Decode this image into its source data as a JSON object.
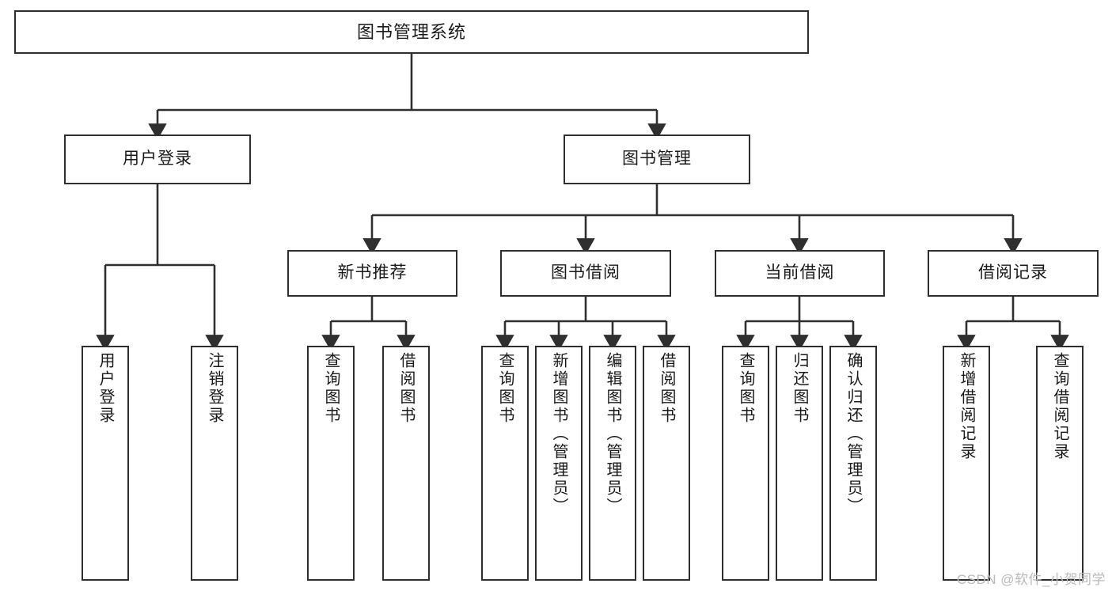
{
  "diagram": {
    "type": "tree-hierarchy",
    "title": "图书管理系统",
    "watermark": "CSDN @软件_小贺同学",
    "line_color": "#2f2f2f",
    "box_fill": "#ffffff",
    "watermark_color": "#b9b9b9"
  },
  "nodes": {
    "root": {
      "label": "图书管理系统",
      "level": 1
    },
    "level2": [
      {
        "id": "user-login",
        "label": "用户登录"
      },
      {
        "id": "book-manage",
        "label": "图书管理"
      }
    ],
    "level3": [
      {
        "id": "new-book-recommend",
        "label": "新书推荐",
        "parent": "book-manage"
      },
      {
        "id": "book-borrow",
        "label": "图书借阅",
        "parent": "book-manage"
      },
      {
        "id": "current-borrow",
        "label": "当前借阅",
        "parent": "book-manage"
      },
      {
        "id": "borrow-record",
        "label": "借阅记录",
        "parent": "book-manage"
      }
    ],
    "leaves": [
      {
        "id": "leaf-user-login",
        "label": "用户登录",
        "parent": "user-login"
      },
      {
        "id": "leaf-user-logout",
        "label": "注销登录",
        "parent": "user-login"
      },
      {
        "id": "leaf-query-book-1",
        "label": "查询图书",
        "parent": "new-book-recommend"
      },
      {
        "id": "leaf-borrow-book-1",
        "label": "借阅图书",
        "parent": "new-book-recommend"
      },
      {
        "id": "leaf-query-book-2",
        "label": "查询图书",
        "parent": "book-borrow"
      },
      {
        "id": "leaf-add-book",
        "label": "新增图书（管理员）",
        "parent": "book-borrow"
      },
      {
        "id": "leaf-edit-book",
        "label": "编辑图书（管理员）",
        "parent": "book-borrow"
      },
      {
        "id": "leaf-borrow-book-2",
        "label": "借阅图书",
        "parent": "book-borrow"
      },
      {
        "id": "leaf-query-book-3",
        "label": "查询图书",
        "parent": "current-borrow"
      },
      {
        "id": "leaf-return-book",
        "label": "归还图书",
        "parent": "current-borrow"
      },
      {
        "id": "leaf-confirm-return",
        "label": "确认归还（管理员）",
        "parent": "current-borrow"
      },
      {
        "id": "leaf-add-record",
        "label": "新增借阅记录",
        "parent": "borrow-record"
      },
      {
        "id": "leaf-query-record",
        "label": "查询借阅记录",
        "parent": "borrow-record"
      }
    ]
  }
}
